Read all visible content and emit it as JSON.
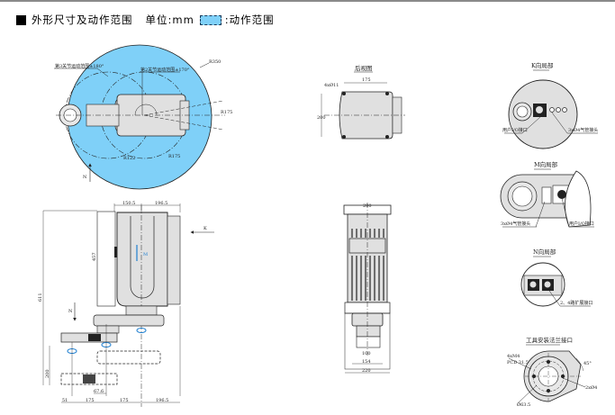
{
  "header": {
    "title": "外形尺寸及动作范围",
    "unit_label": "单位:mm",
    "legend_label": ":动作范围"
  },
  "colors": {
    "motion_range": "#7fd0f8",
    "body_fill": "#e0e0e0",
    "rotation_marker": "#1e7fd0",
    "line": "#222222"
  },
  "top_view": {
    "joint3_range": "第3关节运动范围±180°",
    "joint2_range": "第2关节运动范围±170°",
    "r_outer": "R350",
    "r_joint1": "R175",
    "r_a": "R122",
    "r_b": "R175",
    "arrow_n": "N"
  },
  "back_view": {
    "title": "后视图",
    "holes": "4xØ11",
    "width_dim": "175",
    "height_dim": "200"
  },
  "k_view": {
    "title": "K向局部",
    "io_label": "用户I/O接口",
    "air_label": "3xØ4气管接头"
  },
  "m_view": {
    "title": "M向局部",
    "air_label": "3xØ4气管接头",
    "io_label": "用户I/O接口"
  },
  "n_view": {
    "title": "N向局部",
    "io_label": "2、4路扩展接口"
  },
  "flange_view": {
    "title": "工具安装法兰接口",
    "holes": "4xM4",
    "pcd": "PCD 31.5",
    "center_dia": "Ø63.5",
    "pin": "2xØ4",
    "angle": "45°"
  },
  "side_view": {
    "dim_top_left": "150.5",
    "dim_top_right": "196.5",
    "dim_height": "457",
    "dim_total": "611",
    "dim_stroke": "200",
    "dim_b1": "51",
    "dim_b2": "175",
    "dim_b3": "175",
    "dim_b4": "196.5",
    "dim_offset": "67.6",
    "arrow_k": "K",
    "arrow_n": "N",
    "marker_m": "M"
  },
  "front_view": {
    "dim_top": "200",
    "dim_a": "100",
    "dim_b": "154",
    "dim_c": "220"
  }
}
